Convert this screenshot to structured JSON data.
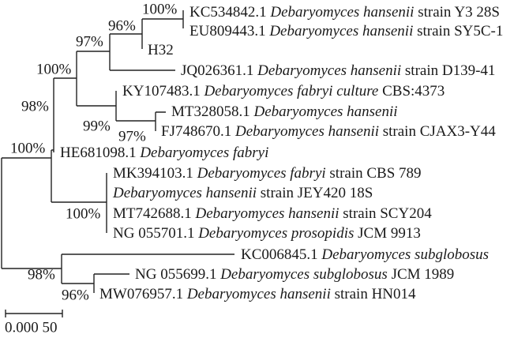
{
  "tree": {
    "leaves": [
      {
        "accession": "KC534842.1 ",
        "species": "Debaryomyces hansenii",
        "rest": " strain Y3 28S"
      },
      {
        "accession": "EU809443.1 ",
        "species": "Debaryomyces hansenii",
        "rest": " strain SY5C-1"
      },
      {
        "accession": "H32",
        "species": "",
        "rest": ""
      },
      {
        "accession": "JQ026361.1 ",
        "species": "Debaryomyces hansenii",
        "rest": " strain D139-41"
      },
      {
        "accession": "KY107483.1 ",
        "species": "Debaryomyces fabryi culture",
        "rest": " CBS:4373"
      },
      {
        "accession": "MT328058.1 ",
        "species": "Debaryomyces hansenii",
        "rest": ""
      },
      {
        "accession": "FJ748670.1 ",
        "species": "Debaryomyces hansenii",
        "rest": " strain CJAX3-Y44"
      },
      {
        "accession": "HE681098.1 ",
        "species": "Debaryomyces fabryi",
        "rest": ""
      },
      {
        "accession": "MK394103.1 ",
        "species": "Debaryomyces fabryi",
        "rest": " strain CBS 789"
      },
      {
        "accession": "",
        "species": "Debaryomyces hansenii",
        "rest": " strain JEY420 18S"
      },
      {
        "accession": "MT742688.1 ",
        "species": "Debaryomyces hansenii",
        "rest": " strain SCY204"
      },
      {
        "accession": "NG 055701.1 ",
        "species": "Debaryomyces prosopidis",
        "rest": " JCM 9913"
      },
      {
        "accession": "KC006845.1 ",
        "species": "Debaryomyces subglobosus",
        "rest": ""
      },
      {
        "accession": "NG 055699.1 ",
        "species": "Debaryomyces subglobosus",
        "rest": " JCM 1989"
      },
      {
        "accession": "MW076957.1 ",
        "species": "Debaryomyces hansenii",
        "rest": " strain HN014"
      }
    ],
    "bootstrap": [
      "100%",
      "96%",
      "97%",
      "100%",
      "98%",
      "99%",
      "97%",
      "100%",
      "100%",
      "98%",
      "96%"
    ],
    "scale_bar": "0.000 50",
    "line_color": "#222222"
  }
}
